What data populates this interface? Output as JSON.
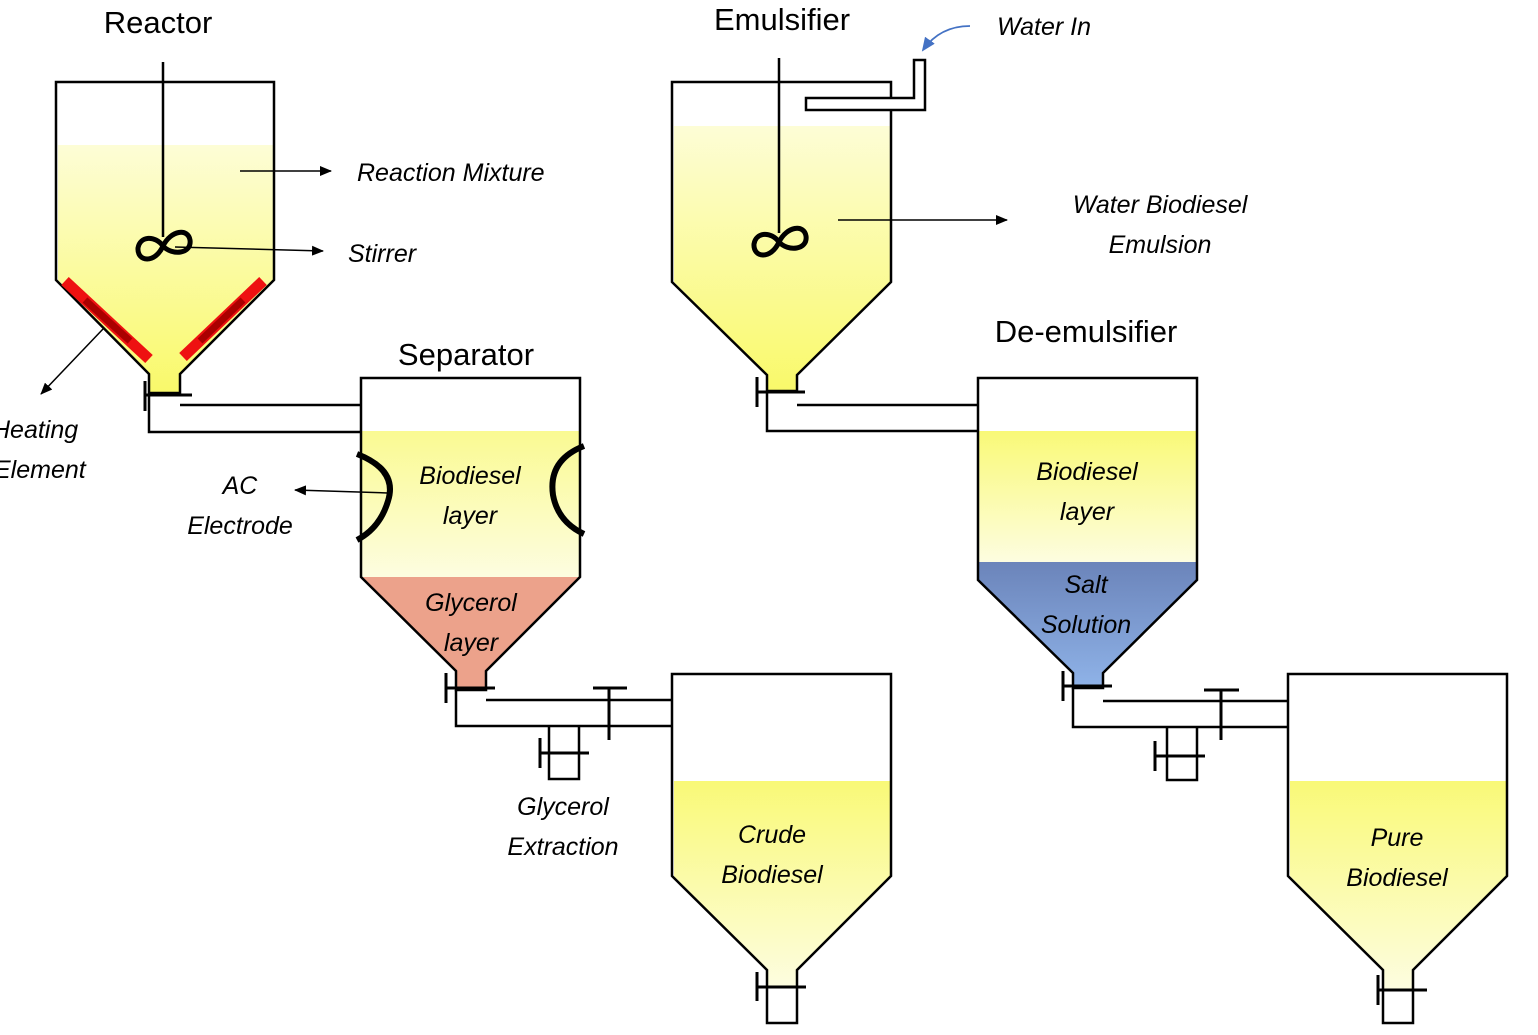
{
  "titles": {
    "reactor": "Reactor",
    "emulsifier": "Emulsifier",
    "separator": "Separator",
    "demulsifier": "De-emulsifier"
  },
  "labels": {
    "water_in": "Water In",
    "reaction_mixture": "Reaction Mixture",
    "stirrer": "Stirrer",
    "heating_element": [
      "Heating",
      "Element"
    ],
    "ac_electrode": [
      "AC",
      "Electrode"
    ],
    "water_biodiesel_emulsion": [
      "Water Biodiesel",
      "Emulsion"
    ],
    "sep_biodiesel_layer": [
      "Biodiesel",
      "layer"
    ],
    "glycerol_layer": [
      "Glycerol",
      "layer"
    ],
    "glycerol_extraction": [
      "Glycerol",
      "Extraction"
    ],
    "crude_biodiesel": [
      "Crude",
      "Biodiesel"
    ],
    "demul_biodiesel_layer": [
      "Biodiesel",
      "layer"
    ],
    "salt_solution": [
      "Salt",
      "Solution"
    ],
    "pure_biodiesel": [
      "Pure",
      "Biodiesel"
    ]
  },
  "colors": {
    "liquid_light": "#fdfdd8",
    "liquid_yellow": "#fafa7a",
    "glycerol": "#eca28b",
    "salt_top": "#6b84ba",
    "salt_bottom": "#8fb3e8",
    "heater_red": "#ee1111",
    "heater_dark": "#990000",
    "arrow_blue": "#4472c4"
  }
}
